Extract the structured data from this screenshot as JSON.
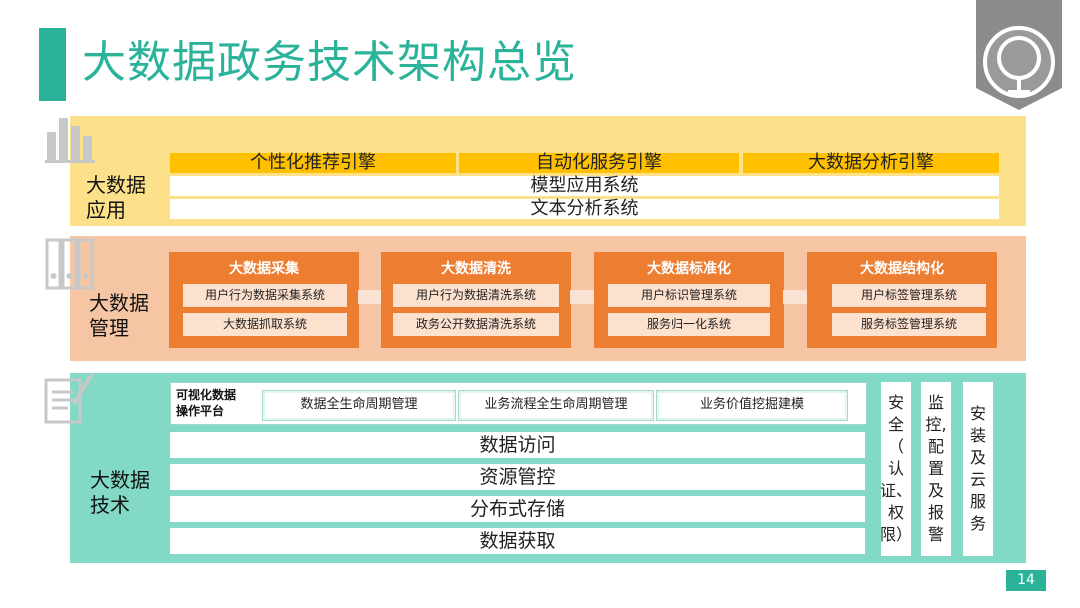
{
  "title": "大数据政务技术架构总览",
  "page_number": "14",
  "colors": {
    "accent": "#2bb39a",
    "app_bg": "#fde08a",
    "engine": "#ffc000",
    "mgmt_bg": "#f6c6a4",
    "mgmt_box": "#ed7d31",
    "tech_bg": "#82d9c6"
  },
  "application": {
    "label_line1": "大数据",
    "label_line2": "应用",
    "icon": "bar-chart-icon",
    "engines": [
      "个性化推荐引擎",
      "自动化服务引擎",
      "大数据分析引擎"
    ],
    "rows": [
      "模型应用系统",
      "文本分析系统"
    ]
  },
  "management": {
    "label_line1": "大数据",
    "label_line2": "管理",
    "icon": "binders-icon",
    "boxes": [
      {
        "title": "大数据采集",
        "items": [
          "用户行为数据采集系统",
          "大数据抓取系统"
        ]
      },
      {
        "title": "大数据清洗",
        "items": [
          "用户行为数据清洗系统",
          "政务公开数据清洗系统"
        ]
      },
      {
        "title": "大数据标准化",
        "items": [
          "用户标识管理系统",
          "服务归一化系统"
        ]
      },
      {
        "title": "大数据结构化",
        "items": [
          "用户标签管理系统",
          "服务标签管理系统"
        ]
      }
    ]
  },
  "technology": {
    "label_line1": "大数据",
    "label_line2": "技术",
    "icon": "document-edit-icon",
    "viz_platform_line1": "可视化数据",
    "viz_platform_line2": "操作平台",
    "viz_items": [
      "数据全生命周期管理",
      "业务流程全生命周期管理",
      "业务价值挖掘建模"
    ],
    "rows": [
      "数据访问",
      "资源管控",
      "分布式存储",
      "数据获取"
    ],
    "side_boxes": [
      {
        "lines": [
          "安",
          "全",
          "（",
          "认",
          "证、",
          "权",
          "限）"
        ]
      },
      {
        "lines": [
          "监",
          "控,",
          "配",
          "置",
          "及",
          "报",
          "警"
        ]
      },
      {
        "lines": [
          "安",
          "装",
          "及",
          "云",
          "服",
          "务"
        ]
      }
    ]
  }
}
